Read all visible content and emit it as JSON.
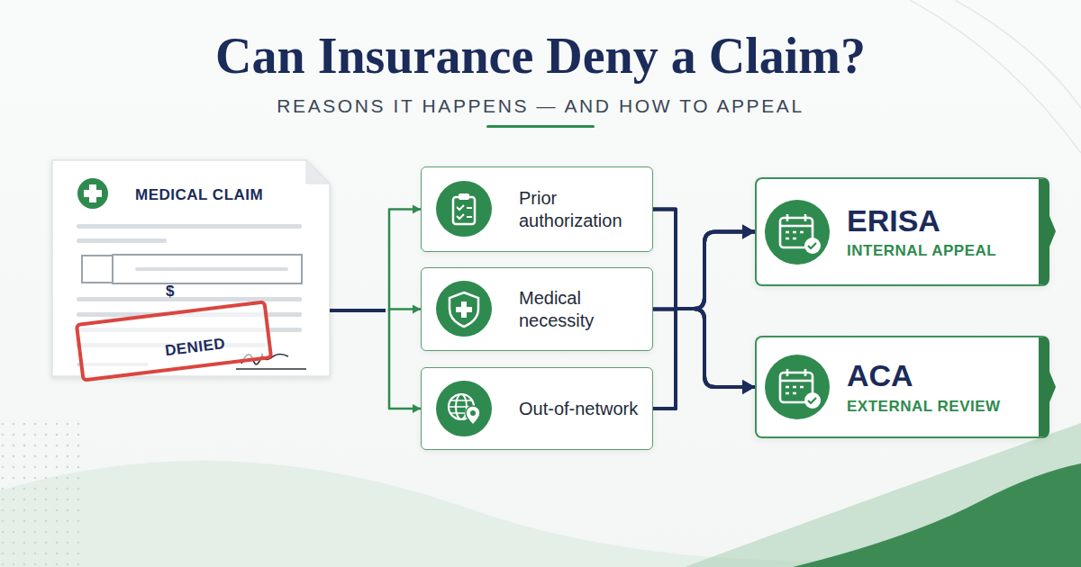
{
  "diagram": {
    "title": "Can Insurance Deny a Claim?",
    "caption": "REASONS IT HAPPENS — AND HOW TO APPEAL",
    "nodes": [
      {
        "text": [
          "MEDICAL CLAIM"
        ]
      },
      {
        "text": [
          "$"
        ],
        "in": 0
      },
      {
        "text": [
          "DENIED"
        ],
        "in": 0
      },
      {
        "text": [
          "Prior authorization"
        ]
      },
      {
        "text": [
          "Medical necessity"
        ]
      },
      {
        "text": [
          "Out-of-network"
        ]
      },
      {
        "text": [
          "ERISA",
          "INTERNAL APPEAL"
        ]
      },
      {
        "text": [
          "ACA",
          "EXTERNAL REVIEW"
        ]
      }
    ],
    "edges": [
      {
        "from": 0,
        "to": 3,
        "arrow": "to"
      },
      {
        "from": 0,
        "to": 4,
        "arrow": "to"
      },
      {
        "from": 0,
        "to": 5,
        "arrow": "to"
      },
      {
        "from": 3,
        "to": 6,
        "arrow": "to"
      },
      {
        "from": 3,
        "to": 7,
        "arrow": "to"
      },
      {
        "from": 4,
        "to": 6,
        "arrow": "to"
      },
      {
        "from": 4,
        "to": 7,
        "arrow": "to"
      },
      {
        "from": 5,
        "to": 6,
        "arrow": "to"
      },
      {
        "from": 5,
        "to": 7,
        "arrow": "to"
      }
    ]
  }
}
